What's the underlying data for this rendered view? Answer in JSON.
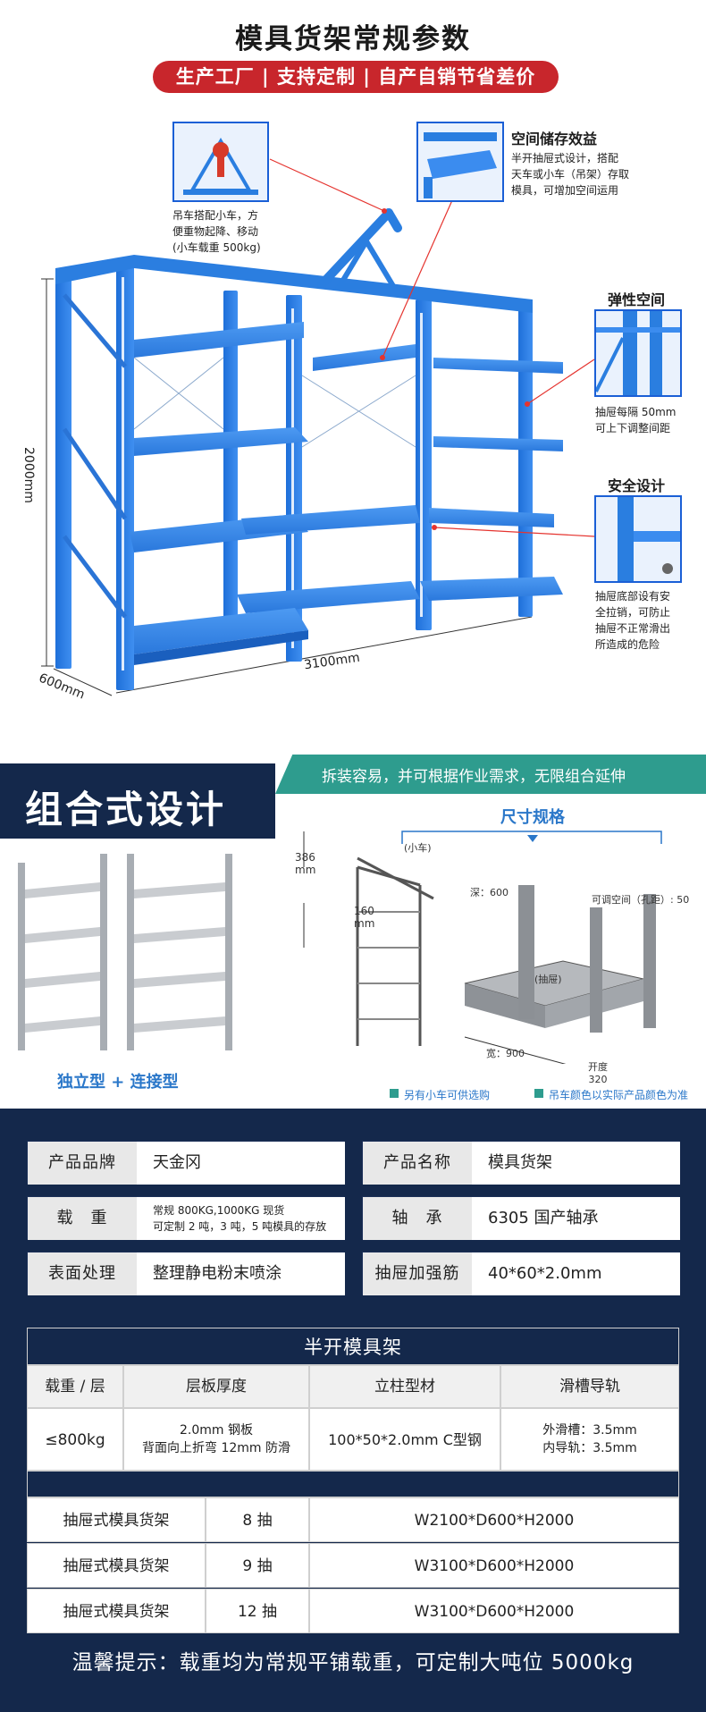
{
  "header": {
    "title": "模具货架常规参数",
    "pill": "生产工厂 | 支持定制 | 自产自销节省差价"
  },
  "callouts": {
    "trolley": {
      "lines": [
        "吊车搭配小车，方",
        "便重物起降、移动",
        "(小车载重 500kg)"
      ]
    },
    "storage": {
      "title": "空间储存效益",
      "lines": [
        "半开抽屉式设计，搭配",
        "天车或小车（吊架）存取",
        "模具，可增加空间运用"
      ]
    },
    "elastic": {
      "title": "弹性空间",
      "lines": [
        "抽屉每隔 50mm",
        "可上下调整间距"
      ]
    },
    "safety": {
      "title": "安全设计",
      "lines": [
        "抽屉底部设有安",
        "全拉销，可防止",
        "抽屉不正常滑出",
        "所造成的危险"
      ]
    }
  },
  "dimensions": {
    "height": "2000mm",
    "width": "3100mm",
    "depth": "600mm"
  },
  "combo": {
    "banner": "组合式设计",
    "teal_text": "拆装容易，并可根据作业需求，无限组合延伸",
    "types_label": "独立型 + 连接型",
    "spec_title": "尺寸规格",
    "dims": {
      "d386": "386",
      "d386_unit": "mm",
      "d160": "160",
      "d160_unit": "mm",
      "trolley": "(小车)",
      "depth": "深：600",
      "adjust": "可调空间（孔距）: 50",
      "drawer": "(抽屉)",
      "width": "宽：900",
      "opening": "开度",
      "opening_val": "320"
    },
    "legend1": "另有小车可供选购",
    "legend2": "吊车颜色以实际产品颜色为准"
  },
  "info": [
    {
      "key": "产品品牌",
      "value": "天金冈"
    },
    {
      "key": "产品名称",
      "value": "模具货架"
    },
    {
      "key": "载　重",
      "value_lines": [
        "常规 800KG,1000KG 现货",
        "可定制 2 吨，3 吨，5 吨模具的存放"
      ]
    },
    {
      "key": "轴　承",
      "value": "6305 国产轴承"
    },
    {
      "key": "表面处理",
      "value": "整理静电粉末喷涂"
    },
    {
      "key": "抽屉加强筋",
      "value": "40*60*2.0mm"
    }
  ],
  "half_table": {
    "title": "半开模具架",
    "headers": [
      "载重 / 层",
      "层板厚度",
      "立柱型材",
      "滑槽导轨"
    ],
    "row": {
      "load": "≤800kg",
      "thickness_lines": [
        "2.0mm 钢板",
        "背面向上折弯 12mm 防滑"
      ],
      "column": "100*50*2.0mm C型钢",
      "rail_lines": [
        "外滑槽：3.5mm",
        "内导轨：3.5mm"
      ]
    }
  },
  "spec_rows": [
    {
      "name": "抽屉式模具货架",
      "count": "8 抽",
      "size": "W2100*D600*H2000"
    },
    {
      "name": "抽屉式模具货架",
      "count": "9 抽",
      "size": "W3100*D600*H2000"
    },
    {
      "name": "抽屉式模具货架",
      "count": "12 抽",
      "size": "W3100*D600*H2000"
    }
  ],
  "tip": "温馨提示：载重均为常规平铺载重，可定制大吨位 5000kg"
}
